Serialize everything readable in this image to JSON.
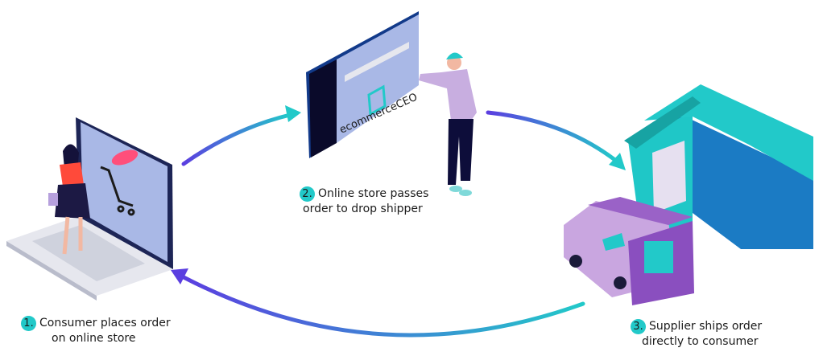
{
  "steps": [
    {
      "number": "1.",
      "line1": "Consumer places order",
      "line2": "on online store"
    },
    {
      "number": "2.",
      "line1": "Online store passes",
      "line2": "order to drop shipper"
    },
    {
      "number": "3.",
      "line1": "Supplier ships order",
      "line2": "directly to consumer"
    }
  ],
  "screen_logo": "ecommerceCEO",
  "colors": {
    "purple": "#5b3fe0",
    "teal": "#22c9c9",
    "navy": "#0d0d3a",
    "lavender": "#a9b8e6",
    "van": "#c9a6e0",
    "warehouse": "#1fc7c7"
  }
}
